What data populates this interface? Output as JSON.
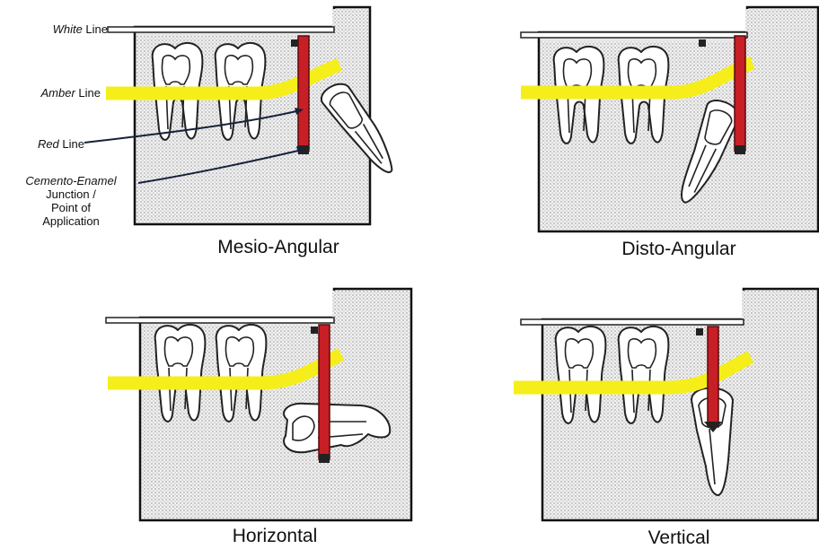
{
  "legend": {
    "white_line": "White",
    "white_line_suffix": "Line",
    "amber_line": "Amber",
    "amber_line_suffix": "Line",
    "red_line": "Red",
    "red_line_suffix": "Line",
    "cej_line1": "Cemento-Enamel",
    "cej_line2": "Junction /",
    "cej_line3": "Point of",
    "cej_line4": "Application"
  },
  "panels": [
    {
      "caption": "Mesio-Angular"
    },
    {
      "caption": "Disto-Angular"
    },
    {
      "caption": "Horizontal"
    },
    {
      "caption": "Vertical"
    }
  ],
  "colors": {
    "amber": "#f6ee1a",
    "red": "#c71f25",
    "frame_fill": "#e6e6e6"
  }
}
